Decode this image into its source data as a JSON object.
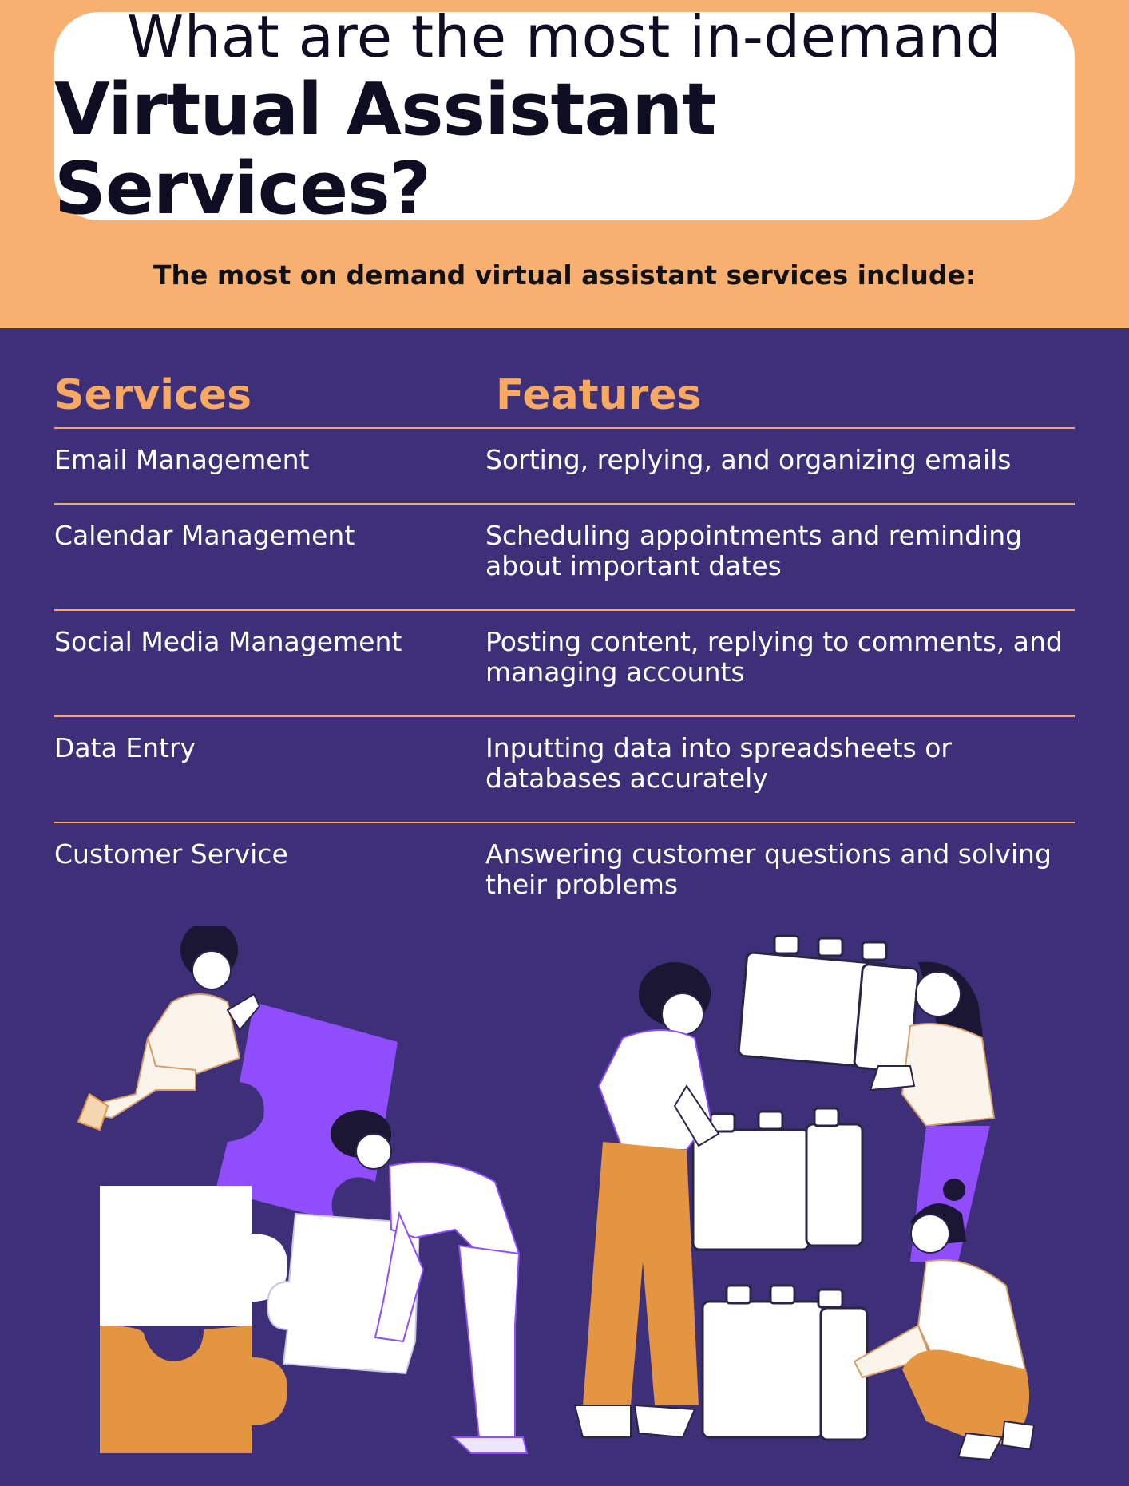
{
  "header": {
    "title_line1": "What are the most in-demand",
    "title_line2": "Virtual Assistant Services?",
    "intro": "The most on demand virtual assistant services include:"
  },
  "table": {
    "columns": [
      "Services",
      "Features"
    ],
    "rows": [
      {
        "service": "Email Management",
        "feature": "Sorting, replying, and organizing emails"
      },
      {
        "service": "Calendar Management",
        "feature": "Scheduling appointments and reminding about important dates"
      },
      {
        "service": "Social Media Management",
        "feature": "Posting content, replying to comments, and managing accounts"
      },
      {
        "service": "Data Entry",
        "feature": "Inputting data into spreadsheets or databases accurately"
      },
      {
        "service": "Customer Service",
        "feature": "Answering customer questions and solving their problems"
      }
    ]
  },
  "colors": {
    "top_band": "#f8b070",
    "background": "#3d3079",
    "accent": "#f7a961",
    "puzzle_purple": "#8f4dfb",
    "orange": "#e39541",
    "white": "#ffffff"
  }
}
